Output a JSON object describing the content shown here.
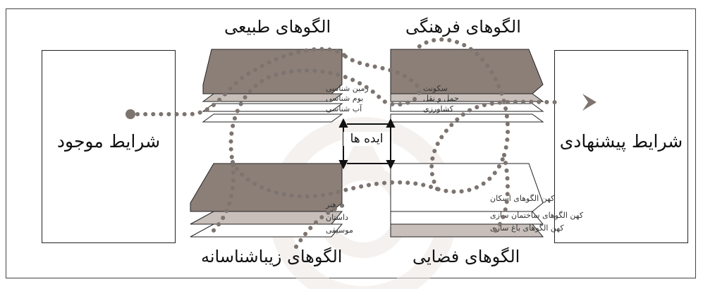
{
  "panels": {
    "left": "شرایط موجود",
    "right": "شرایط پیشنهادی"
  },
  "titles": {
    "natural": "الگوهای طبیعی",
    "cultural": "الگوهای فرهنگی",
    "aesthetic": "الگوهای زیباشناسانه",
    "spatial": "الگوهای فضایی"
  },
  "center_label": "ایده ها",
  "stacks": {
    "natural": [
      "زمین شناسی",
      "بوم شناسی",
      "آب شناسی"
    ],
    "cultural": [
      "سکونت",
      "حمل و نقل",
      "کشاورزی"
    ],
    "aesthetic": [
      "هنر",
      "داستان",
      "موسیقی"
    ],
    "spatial": [
      "کهن الگوهای اسکان",
      "کهن الگوهای ساختمان سازی",
      "کهن الگوهای باغ سازی"
    ]
  },
  "colors": {
    "dark_layer": "#8c7f78",
    "mid_layer": "#c8bfba",
    "light_layer": "#ffffff",
    "dots": "#7d7470",
    "watermark": "#ece7e3"
  }
}
